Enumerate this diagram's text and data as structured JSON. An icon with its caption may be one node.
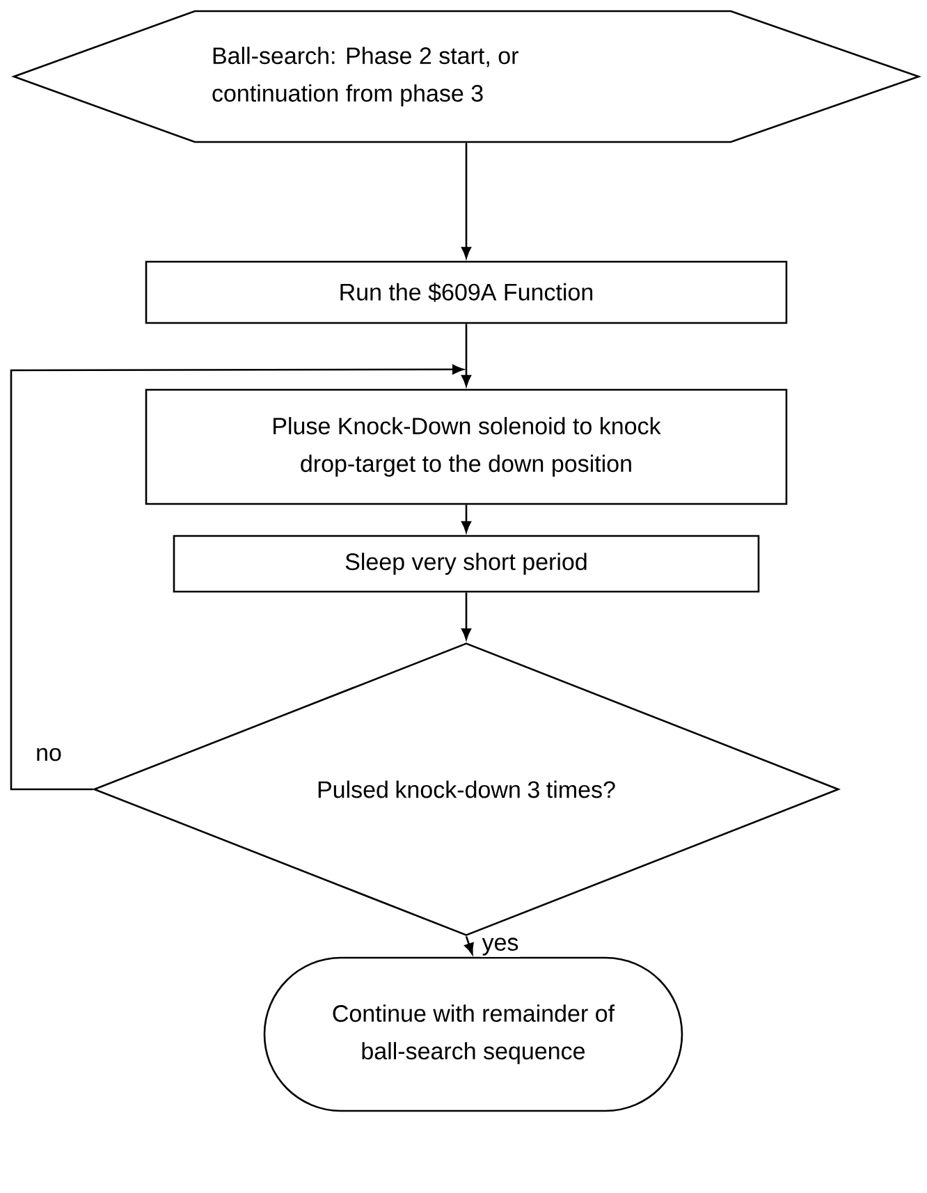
{
  "diagram": {
    "nodes": [
      {
        "text": [
          "Ball-search: Phase 2 start, or continuation from phase 3"
        ]
      },
      {
        "text": [
          "Run the $609A Function"
        ]
      },
      {
        "text": [
          "Pluse Knock-Down solenoid to knock drop-target to the down position"
        ]
      },
      {
        "text": [
          "Sleep very short period"
        ]
      },
      {
        "text": [
          "Pulsed knock-down 3 times?"
        ]
      },
      {
        "text": [
          "Continue with remainder of ball-search sequence"
        ]
      }
    ],
    "edges": [
      {
        "from": 0,
        "to": 1,
        "arrow": "to"
      },
      {
        "from": 1,
        "to": 2,
        "arrow": "to"
      },
      {
        "from": 2,
        "to": 3,
        "arrow": "to"
      },
      {
        "from": 3,
        "to": 4,
        "arrow": "to"
      },
      {
        "from": 4,
        "to": 2,
        "arrow": "to",
        "label": "no"
      },
      {
        "from": 4,
        "to": 5,
        "arrow": "to",
        "label": "yes"
      }
    ]
  }
}
